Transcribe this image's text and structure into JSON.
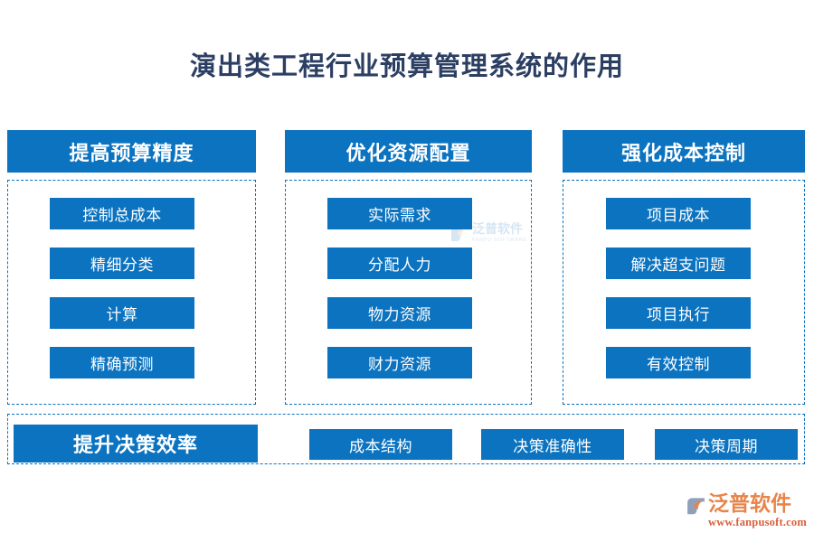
{
  "page": {
    "title": "演出类工程行业预算管理系统的作用",
    "background_color": "#ffffff",
    "accent_color": "#0b73c0",
    "title_color": "#2c3f63"
  },
  "columns": [
    {
      "header": "提高预算精度",
      "items": [
        "控制总成本",
        "精细分类",
        "计算",
        "精确预测"
      ]
    },
    {
      "header": "优化资源配置",
      "items": [
        "实际需求",
        "分配人力",
        "物力资源",
        "财力资源"
      ]
    },
    {
      "header": "强化成本控制",
      "items": [
        "项目成本",
        "解决超支问题",
        "项目执行",
        "有效控制"
      ]
    }
  ],
  "bottom_row": {
    "header": "提升决策效率",
    "items": [
      "成本结构",
      "决策准确性",
      "决策周期"
    ]
  },
  "watermark": {
    "cn": "泛普软件",
    "en": "FANPU SOFTWARE"
  },
  "brand_logo": {
    "cn": "泛普软件",
    "url": "www.fanpusoft.com",
    "cn_color": "#e8844a",
    "url_color": "#d95f3a"
  }
}
